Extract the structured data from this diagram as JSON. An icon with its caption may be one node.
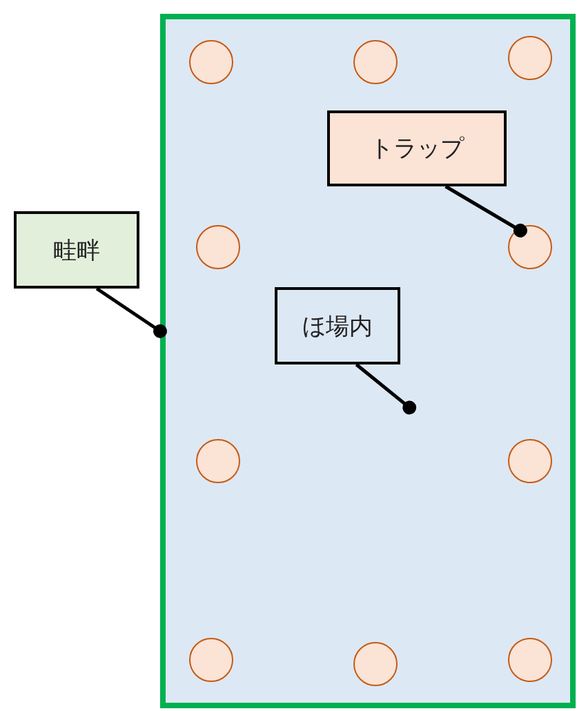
{
  "diagram": {
    "nodes": [
      {
        "text": [],
        "shape": "box"
      },
      {
        "text": [],
        "shape": "circle",
        "in": 0
      },
      {
        "text": [],
        "shape": "circle",
        "in": 0
      },
      {
        "text": [],
        "shape": "circle",
        "in": 0
      },
      {
        "text": [
          "トラップ"
        ],
        "in": 0
      },
      {
        "text": [
          "畦畔"
        ]
      },
      {
        "text": [],
        "shape": "circle",
        "in": 0
      },
      {
        "text": [],
        "shape": "circle",
        "in": 0
      },
      {
        "text": [
          "ほ場内"
        ],
        "in": 0
      },
      {
        "text": [],
        "shape": "circle",
        "in": 0
      },
      {
        "text": [],
        "shape": "circle",
        "in": 0
      },
      {
        "text": [],
        "shape": "circle",
        "in": 0
      },
      {
        "text": [],
        "shape": "circle",
        "in": 0
      },
      {
        "text": [],
        "shape": "circle",
        "in": 0
      }
    ],
    "edges": [
      {
        "from": 4,
        "to": 7,
        "arrow": "other"
      },
      {
        "from": 5,
        "to": 0,
        "arrow": "other"
      },
      {
        "from": 8,
        "to": 0,
        "arrow": "other"
      }
    ]
  }
}
